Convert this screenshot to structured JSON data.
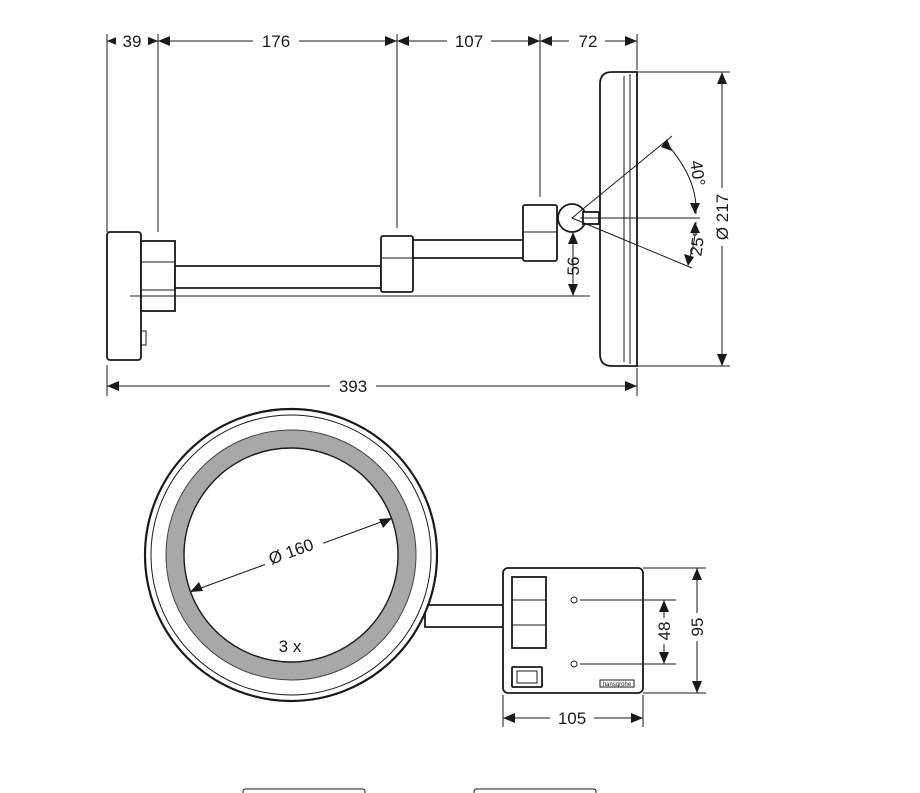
{
  "side_view": {
    "dimensions": {
      "d39": "39",
      "d176": "176",
      "d107": "107",
      "d72": "72",
      "d393": "393",
      "d56": "56",
      "diameter217": "Ø 217",
      "angle40": "40°",
      "angle25": "25°"
    }
  },
  "front_view": {
    "dimensions": {
      "diameter160": "Ø 160",
      "d105": "105",
      "d95": "95",
      "d48": "48"
    },
    "magnification": "3 x",
    "brand_mark": "hansgrohe"
  }
}
